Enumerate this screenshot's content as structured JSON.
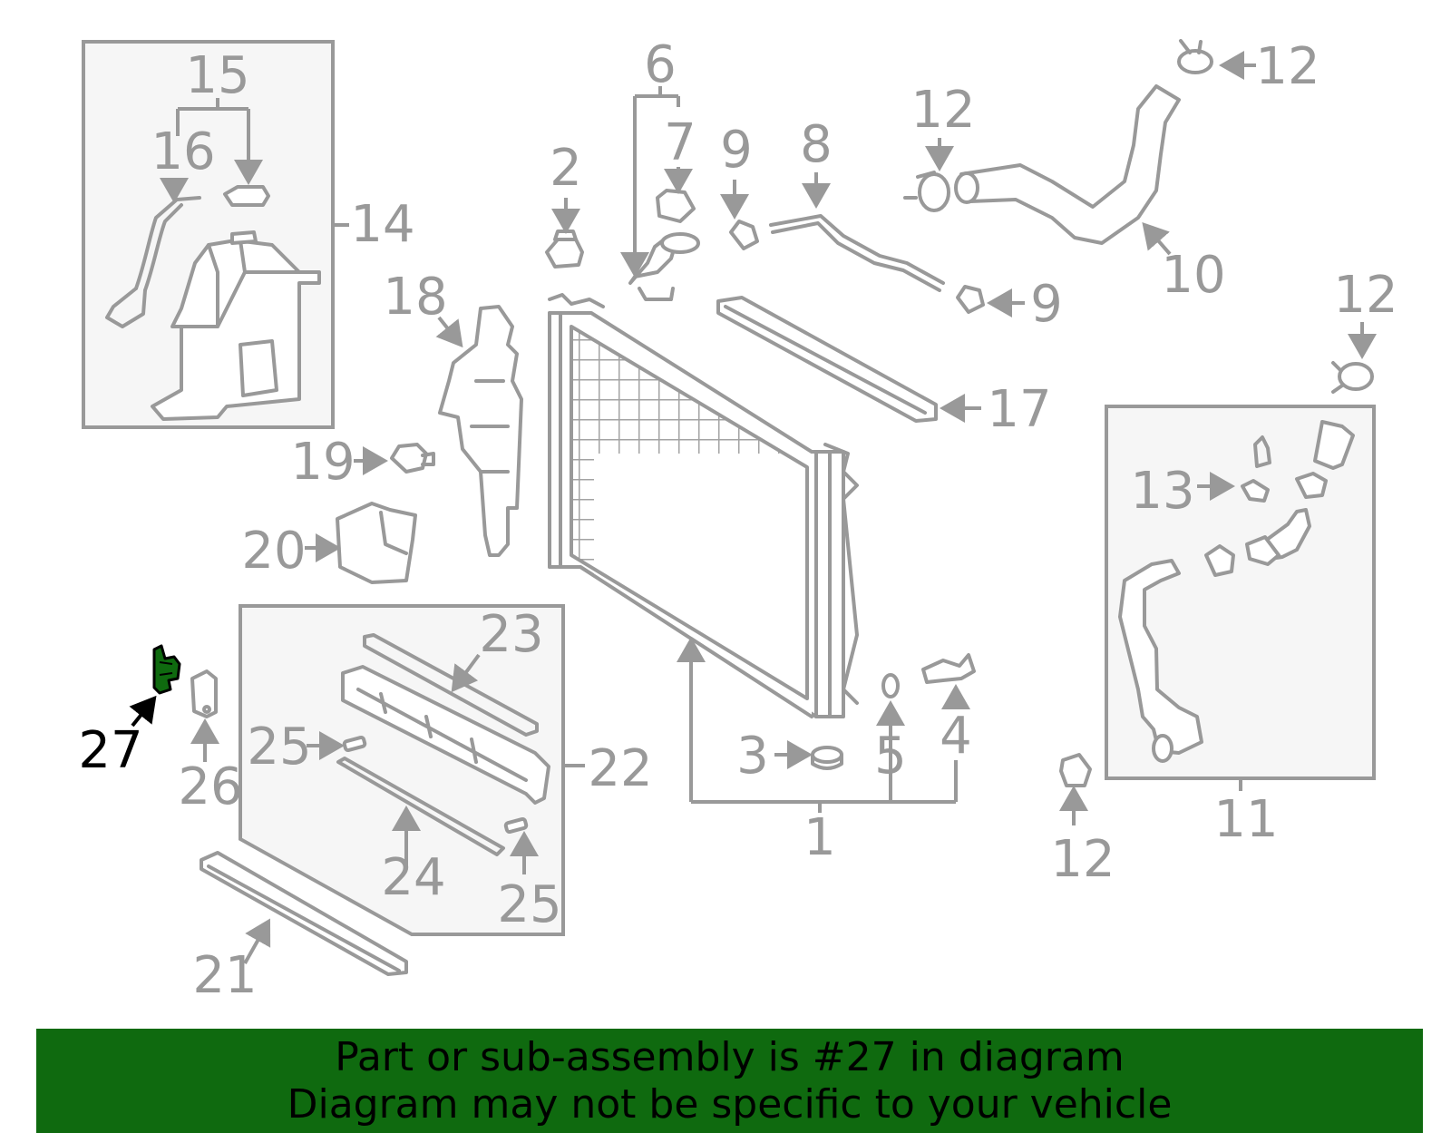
{
  "diagram": {
    "highlight_color": "#0f6a0f",
    "line_color": "#999999",
    "callouts": {
      "c1": "1",
      "c2": "2",
      "c3": "3",
      "c4": "4",
      "c5": "5",
      "c6": "6",
      "c7": "7",
      "c8": "8",
      "c9a": "9",
      "c9b": "9",
      "c10": "10",
      "c11": "11",
      "c12a": "12",
      "c12b": "12",
      "c12c": "12",
      "c12d": "12",
      "c13": "13",
      "c14": "14",
      "c15": "15",
      "c16": "16",
      "c17": "17",
      "c18": "18",
      "c19": "19",
      "c20": "20",
      "c21": "21",
      "c22": "22",
      "c23": "23",
      "c24": "24",
      "c25a": "25",
      "c25b": "25",
      "c26": "26",
      "c27": "27"
    }
  },
  "banner": {
    "background": "#0f6a0f",
    "line1": "Part or sub-assembly is #27 in diagram",
    "line2": "Diagram may not be specific to your vehicle"
  }
}
